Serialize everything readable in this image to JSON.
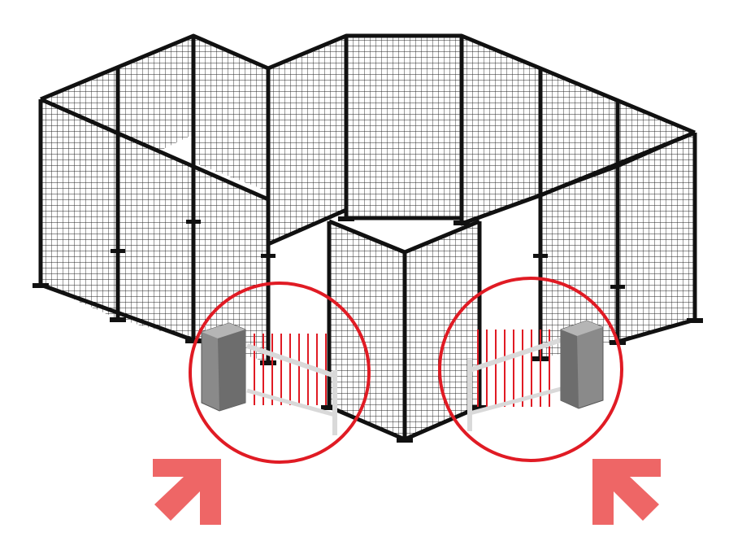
{
  "diagram": {
    "subject": "fence-enclosure-with-barrier-gates",
    "colors": {
      "background": "#ffffff",
      "frame": "#111111",
      "mesh": "#222222",
      "callout_circle": "#e01b24",
      "barrier_pickets": "#e01b24",
      "barrier_arm": "#d9d9d9",
      "gate_cabinet": "#8a8a8a",
      "arrow": "#ee6666"
    },
    "callouts": [
      {
        "name": "left-gate-callout",
        "cabinet_side": "left"
      },
      {
        "name": "right-gate-callout",
        "cabinet_side": "right"
      }
    ],
    "arrows": [
      {
        "name": "left-entry-arrow",
        "direction": "up-right"
      },
      {
        "name": "right-entry-arrow",
        "direction": "up-left"
      }
    ]
  }
}
